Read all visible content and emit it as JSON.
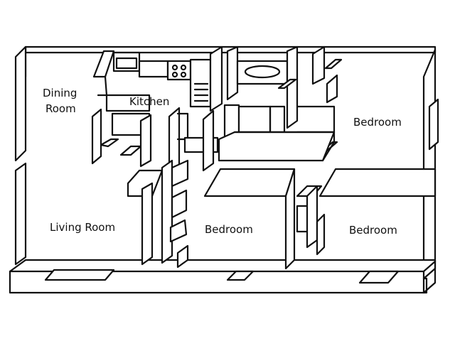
{
  "floorplan": {
    "rooms": {
      "dining_line1": "Dining",
      "dining_line2": "Room",
      "kitchen": "Kitchen",
      "bedroom_ne": "Bedroom",
      "living_room": "Living Room",
      "bedroom_center": "Bedroom",
      "bedroom_se": "Bedroom"
    }
  },
  "colors": {
    "line": "#111111",
    "fill": "#ffffff"
  }
}
